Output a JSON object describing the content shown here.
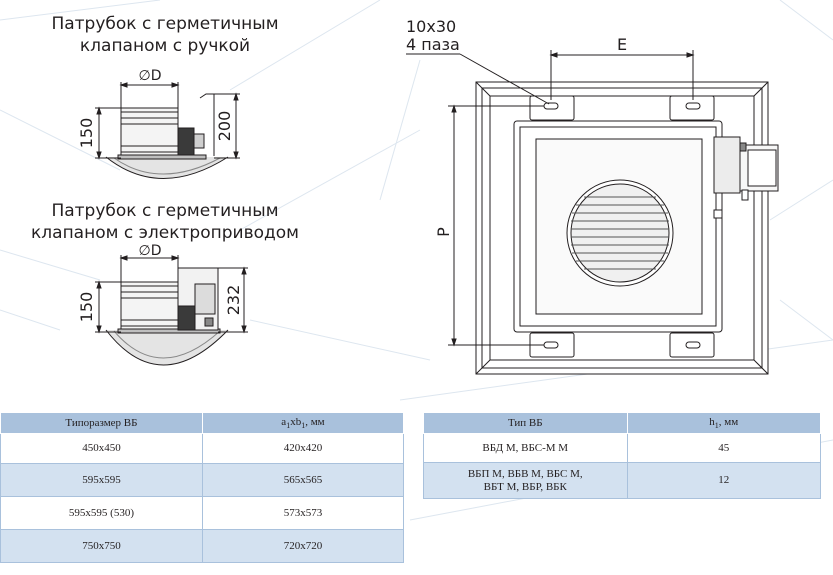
{
  "captions": {
    "handle_line1": "Патрубок с герметичным",
    "handle_line2": "клапаном с ручкой",
    "electro_line1": "Патрубок с герметичным",
    "electro_line2": "клапаном с электроприводом"
  },
  "dims": {
    "diameter": "∅D",
    "h150": "150",
    "h200": "200",
    "h232": "232",
    "slot_size": "10x30",
    "slot_count": "4 паза",
    "e": "E",
    "p": "P"
  },
  "table_sizes": {
    "header_size": "Типоразмер ВБ",
    "header_dim_a": "a",
    "header_dim_sub1": "1",
    "header_dim_x": "xb",
    "header_dim_sub2": "1",
    "header_dim_unit": ", мм",
    "rows": [
      {
        "size": "450x450",
        "dim": "420x420"
      },
      {
        "size": "595x595",
        "dim": "565x565"
      },
      {
        "size": "595x595 (530)",
        "dim": "573x573"
      },
      {
        "size": "750x750",
        "dim": "720x720"
      }
    ]
  },
  "table_types": {
    "header_type": "Тип ВБ",
    "header_h": "h",
    "header_h_sub": "1",
    "header_h_unit": ", мм",
    "rows": [
      {
        "type": "ВБД М, ВБС-М М",
        "h": "45"
      },
      {
        "type_line1": "ВБП М, ВБВ М, ВБС М,",
        "type_line2": "ВБТ М, ВБР, ВБК",
        "h": "12"
      }
    ]
  },
  "colors": {
    "table_header": "#a9c1dc",
    "table_shade": "#d3e1f0",
    "bg_lines": "#dde6ef",
    "line": "#231f20"
  }
}
